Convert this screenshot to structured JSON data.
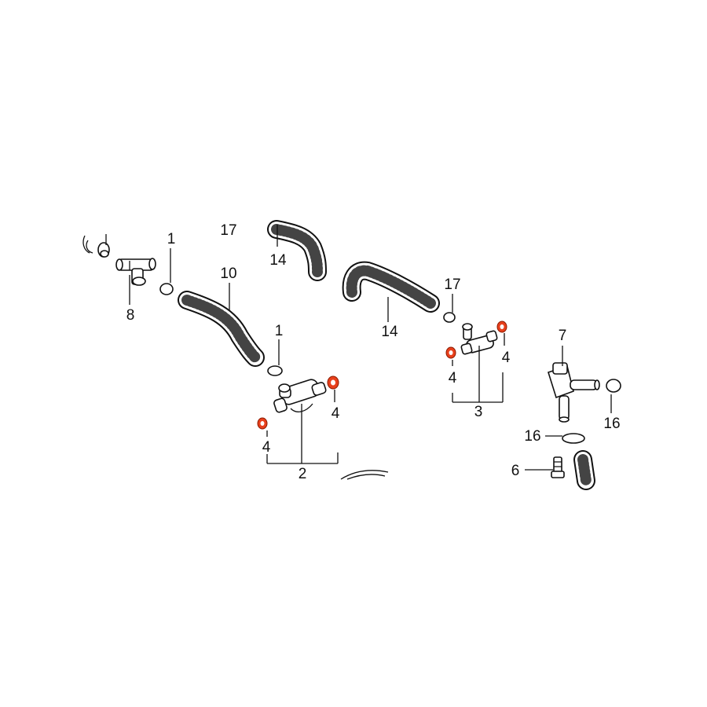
{
  "diagram": {
    "labels": {
      "p1_a": "1",
      "p1_b": "1",
      "p17_a": "17",
      "p17_b": "17",
      "p14_a": "14",
      "p14_b": "14",
      "p10": "10",
      "p8": "8",
      "p2": "2",
      "p3": "3",
      "p4_a": "4",
      "p4_b": "4",
      "p4_c": "4",
      "p4_d": "4",
      "p7": "7",
      "p16_a": "16",
      "p16_b": "16",
      "p6": "6"
    },
    "highlight_color": "#e8401c"
  }
}
